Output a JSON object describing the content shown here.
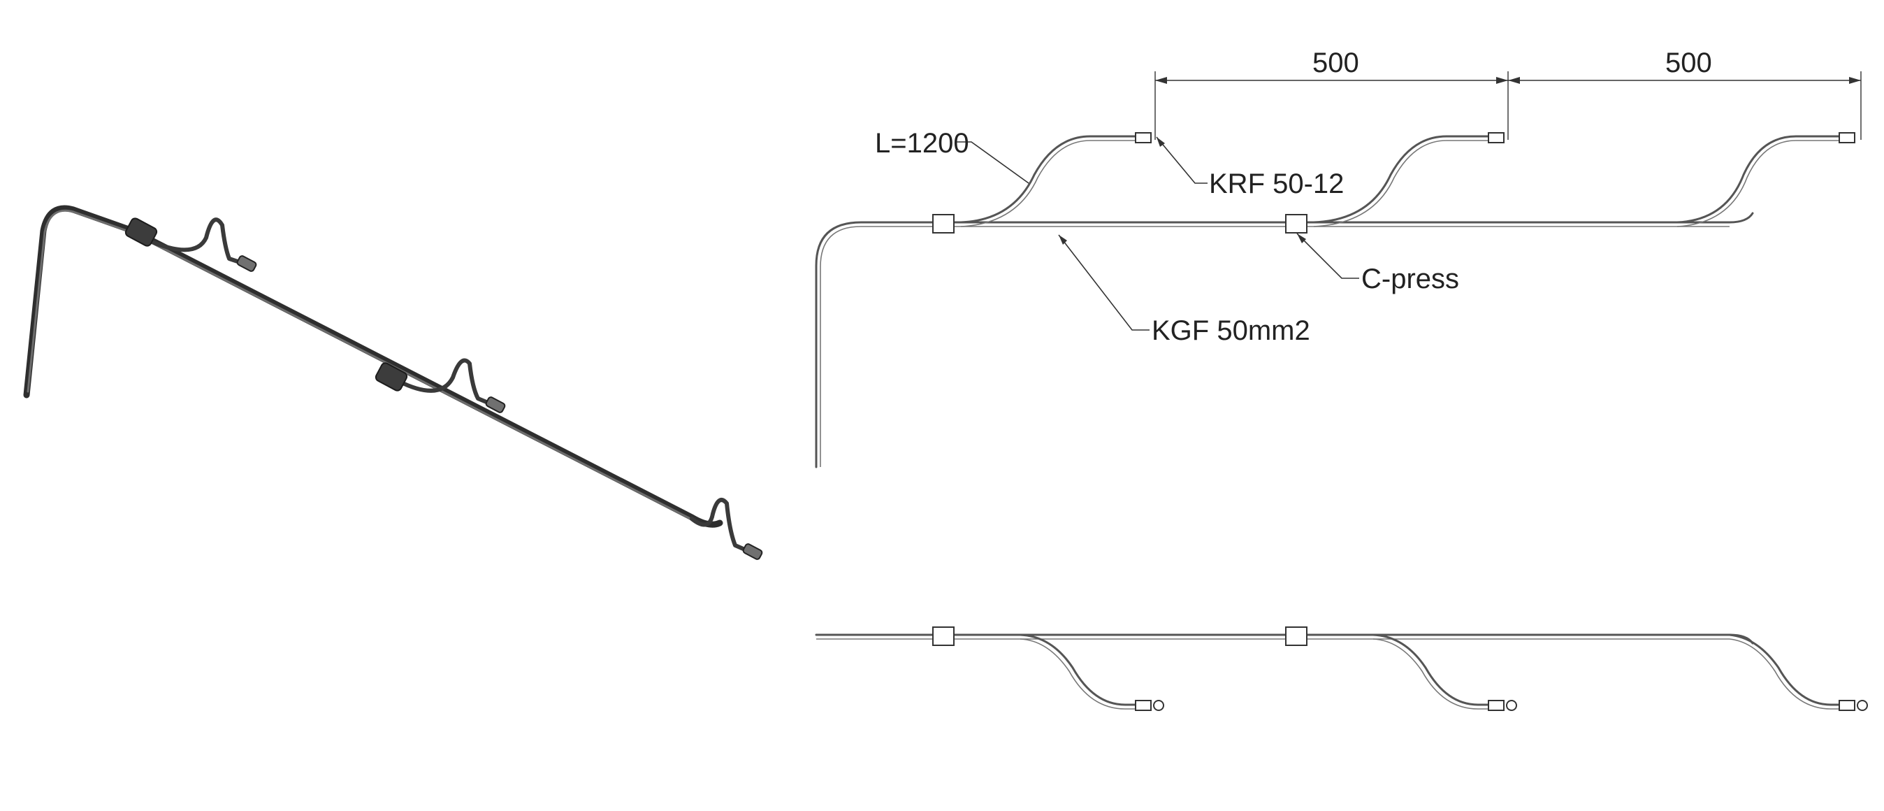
{
  "annotations": {
    "length": "L=1200",
    "terminal": "KRF 50-12",
    "connector": "C-press",
    "cable": "KGF 50mm2"
  },
  "dimensions": {
    "spacing_1": "500",
    "spacing_2": "500"
  },
  "colors": {
    "line": "#333333",
    "cable_3d": "#2e2e2e"
  }
}
